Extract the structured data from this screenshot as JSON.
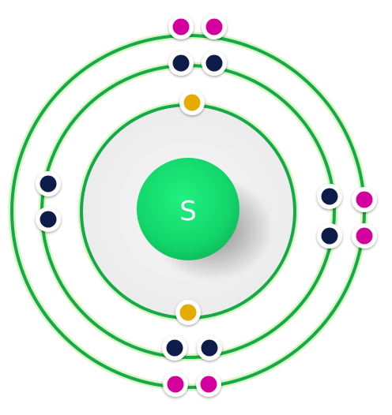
{
  "element": {
    "symbol": "S"
  },
  "colors": {
    "nucleus": "#12d66a",
    "orbit_line": "#17a84a",
    "orbit_glow": "#c8f5b0",
    "inner_fill": "#efefef",
    "electron_shell_1": "#e4ab00",
    "electron_shell_2": "#0c1a4a",
    "electron_shell_3": "#d4009d"
  },
  "shells": [
    {
      "name": "shell-1",
      "electron_count": 2,
      "electron_color": "electron_shell_1"
    },
    {
      "name": "shell-2",
      "electron_count": 8,
      "electron_color": "electron_shell_2"
    },
    {
      "name": "shell-3",
      "electron_count": 6,
      "electron_color": "electron_shell_3"
    }
  ]
}
